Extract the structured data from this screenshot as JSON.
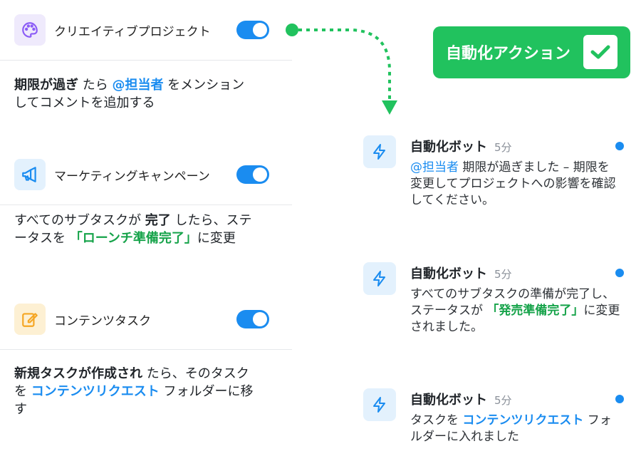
{
  "projects": [
    {
      "name": "クリエイティブプロジェクト",
      "icon": "palette-icon",
      "icon_bg": "#efeafc",
      "icon_color": "#8b5cf6",
      "toggle_on": true,
      "rule": [
        {
          "t": "期限が過ぎ",
          "s": "b"
        },
        {
          "t": " たら ",
          "s": ""
        },
        {
          "t": "@担当者",
          "s": "blue"
        },
        {
          "t": " をメンションしてコメントを追加する",
          "s": ""
        }
      ]
    },
    {
      "name": "マーケティングキャンペーン",
      "icon": "megaphone-icon",
      "icon_bg": "#e3f1fd",
      "icon_color": "#1a8cf0",
      "toggle_on": true,
      "rule": [
        {
          "t": "すべてのサブタスクが ",
          "s": ""
        },
        {
          "t": "完了",
          "s": "b"
        },
        {
          "t": " したら、ステータスを ",
          "s": ""
        },
        {
          "t": "「ローンチ準備完了」",
          "s": "green"
        },
        {
          "t": "に変更",
          "s": ""
        }
      ]
    },
    {
      "name": "コンテンツタスク",
      "icon": "edit-icon",
      "icon_bg": "#fdf0d3",
      "icon_color": "#f5a623",
      "toggle_on": true,
      "rule": [
        {
          "t": "新規タスクが作成され",
          "s": "b"
        },
        {
          "t": " たら、そのタスクを ",
          "s": ""
        },
        {
          "t": "コンテンツリクエスト",
          "s": "blue"
        },
        {
          "t": " フォルダーに移す",
          "s": ""
        }
      ]
    }
  ],
  "badge": {
    "label": "自動化アクション",
    "icon": "check-icon",
    "color": "#21c25e"
  },
  "notifications": [
    {
      "sender": "自動化ボット",
      "time": "5分",
      "unread": true,
      "icon": "lightning-icon",
      "body": [
        {
          "t": "@担当者",
          "s": "blue"
        },
        {
          "t": " 期限が過ぎました – 期限を変更してプロジェクトへの影響を確認してください。",
          "s": ""
        }
      ]
    },
    {
      "sender": "自動化ボット",
      "time": "5分",
      "unread": true,
      "icon": "lightning-icon",
      "body": [
        {
          "t": "すべてのサブタスクの準備が完了し、ステータスが ",
          "s": ""
        },
        {
          "t": "「発売準備完了」",
          "s": "green"
        },
        {
          "t": "に変更されました。",
          "s": ""
        }
      ]
    },
    {
      "sender": "自動化ボット",
      "time": "5分",
      "unread": true,
      "icon": "lightning-icon",
      "body": [
        {
          "t": "タスクを ",
          "s": ""
        },
        {
          "t": "コンテンツリクエスト",
          "s": "blue"
        },
        {
          "t": " フォルダーに入れました",
          "s": ""
        }
      ]
    }
  ],
  "colors": {
    "accent": "#1a8cf0",
    "success": "#21c25e",
    "status_green": "#16a34a"
  }
}
